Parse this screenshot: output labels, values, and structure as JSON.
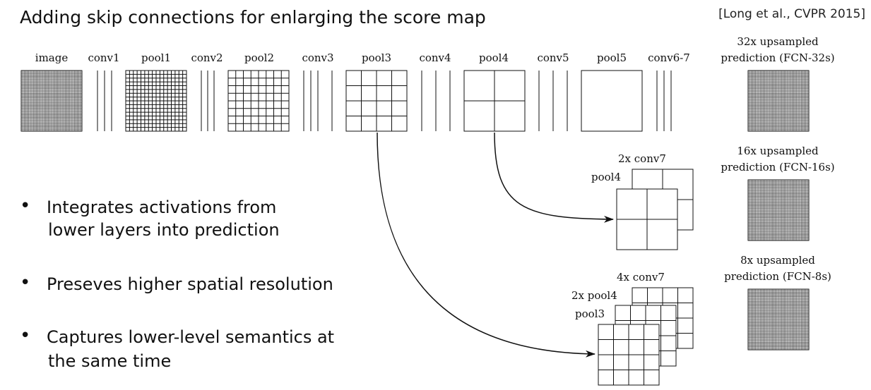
{
  "title": "Adding skip connections for enlarging the score map",
  "citation": "[Long et al., CVPR 2015]",
  "layers": [
    "image",
    "conv1",
    "pool1",
    "conv2",
    "pool2",
    "conv3",
    "pool3",
    "conv4",
    "pool4",
    "conv5",
    "pool5",
    "conv6-7"
  ],
  "predictions": [
    {
      "line1": "32x upsampled",
      "line2": "prediction (FCN-32s)"
    },
    {
      "line1": "16x upsampled",
      "line2": "prediction (FCN-16s)"
    },
    {
      "line1": "8x upsampled",
      "line2": "prediction (FCN-8s)"
    }
  ],
  "fcn16": {
    "top": "2x conv7",
    "front": "pool4"
  },
  "fcn8": {
    "top": "4x conv7",
    "middle": "2x pool4",
    "front": "pool3"
  },
  "bullets": [
    {
      "line1": "Integrates activations from",
      "line2": "lower layers into prediction"
    },
    {
      "line1": "Preseves higher spatial resolution",
      "line2": ""
    },
    {
      "line1": "Captures lower-level semantics at",
      "line2": "the same time"
    }
  ]
}
